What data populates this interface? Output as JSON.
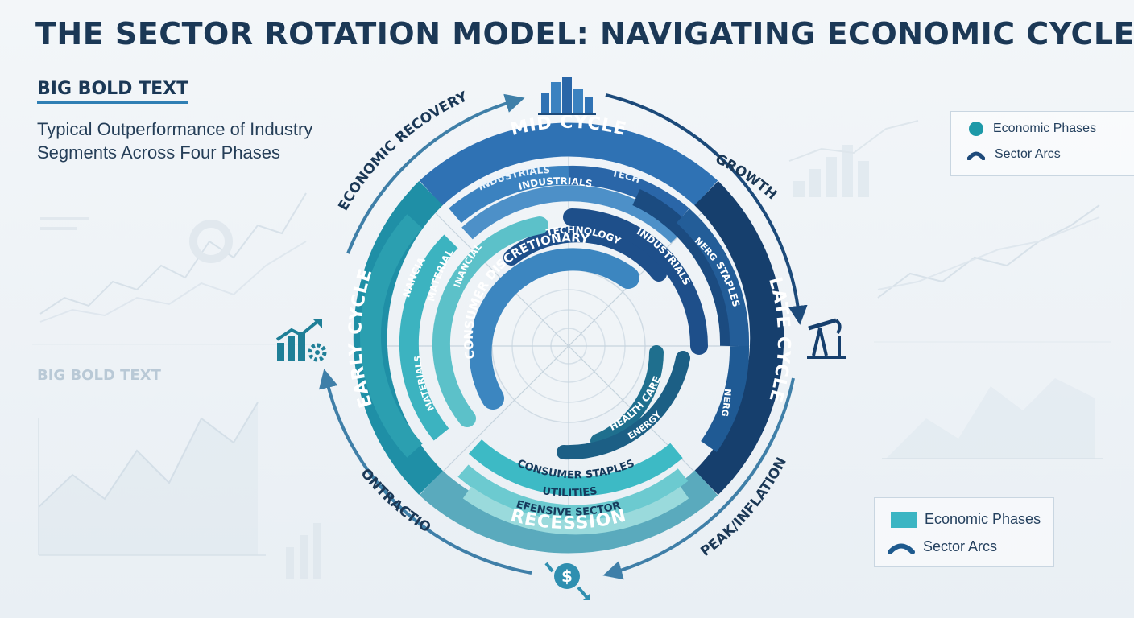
{
  "title": "THE SECTOR ROTATION MODEL: NAVIGATING ECONOMIC CYCLES",
  "kicker": "BIG BOLD TEXT",
  "subtitle": "Typical Outperformance of Industry Segments Across Four Phases",
  "ghost_text": "BIG BOLD TEXT",
  "legend_top": {
    "phases": "Economic Phases",
    "arcs": "Sector Arcs"
  },
  "legend_bottom": {
    "phases": "Economic Phases",
    "arcs": "Sector Arcs"
  },
  "phases": {
    "mid": "MID CYCLE",
    "late": "LATE CYCLE",
    "recession": "RECESSION",
    "early": "EARLY CYCLE"
  },
  "transitions": {
    "recovery": "ECONOMIC RECOVERY",
    "growth": "GROWTH",
    "peak": "PEAK/INFLATION",
    "contraction": "CONTRACTION"
  },
  "sectors": {
    "industrials_mid": "INDUSTRIALS",
    "tech_mid": "TECH",
    "industrials_mid2": "INDUSTRIALS",
    "technology": "TECHNOLOGY",
    "consumer_discretionary": "CONSUMER DISCRETIONARY",
    "financials_1": "FINANCIALS",
    "materials_1": "MATERIALS",
    "financials_2": "FINANCIALS",
    "materials_2": "MATERIALS",
    "industrials_late": "INDUSTRIALS",
    "energy_late": "ENERGY",
    "staples_late": "STAPLES",
    "energy_late2": "ENERGY",
    "health_care": "HEALTH CARE",
    "energy_def": "ENERGY",
    "consumer_staples": "CONSUMER STAPLES",
    "utilities": "UTILITIES",
    "defensive_sectors": "DEFENSIVE SECTORS"
  },
  "colors": {
    "navy": "#163f6d",
    "blue": "#2f72b4",
    "teal": "#1f8fa6",
    "light_teal": "#5cc1c9",
    "aqua": "#8ad6da"
  },
  "icons": [
    "city-icon",
    "oil-pump-icon",
    "dollar-down-icon",
    "growth-gear-icon"
  ]
}
